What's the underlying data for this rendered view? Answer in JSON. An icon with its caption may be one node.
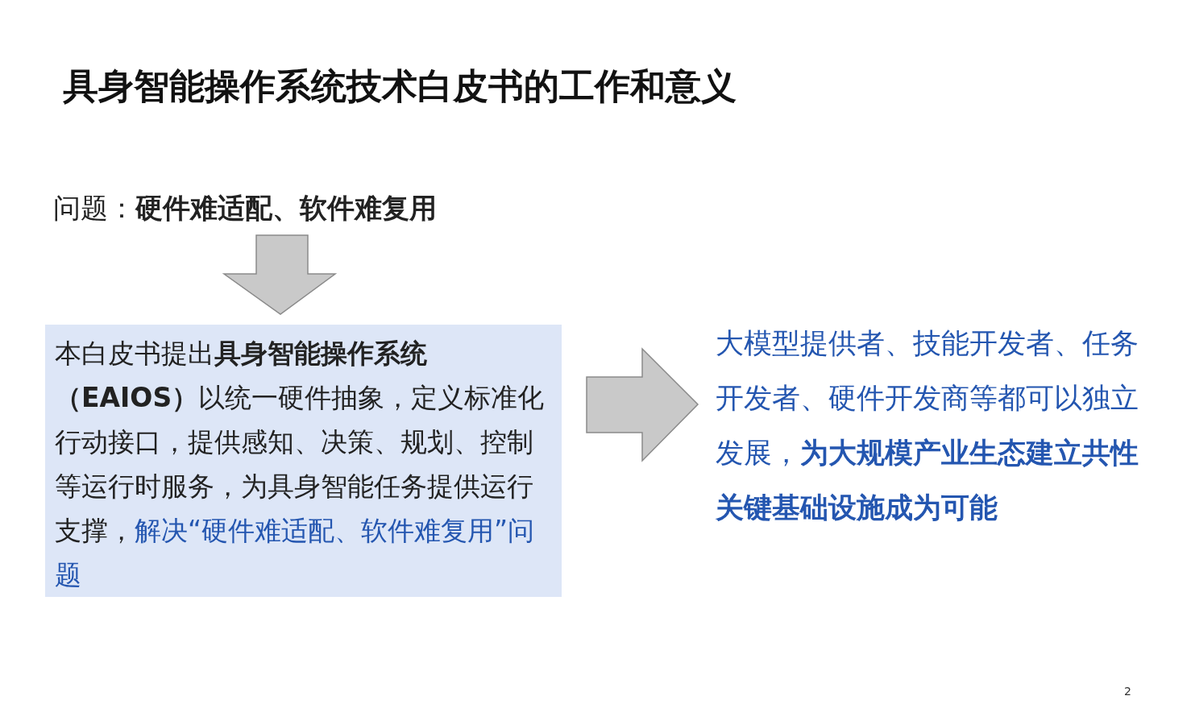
{
  "diagram": {
    "title": "具身智能操作系统技术白皮书的工作和意义",
    "nodes": [
      {
        "text": [
          "问题：**硬件难适配、软件难复用**"
        ]
      },
      {
        "text": [
          "本白皮书提出**具身智能操作系统（EAIOS）**以统一硬件抽象，定义标准化行动接口，提供感知、决策、规划、控制等运行时服务，为具身智能任务提供运行支撑，",
          "解决“硬件难适配、软件难复用”问题"
        ]
      },
      {
        "text": [
          "大模型提供者、技能开发者、任务开发者、硬件开发商等都可以独立发展，**为大规模产业生态建立共性关键基础设施成为可能**"
        ]
      }
    ],
    "edges": [
      {
        "from": 0,
        "to": 1,
        "arrow": "to"
      },
      {
        "from": 1,
        "to": 2,
        "arrow": "to"
      }
    ],
    "labels": [
      "2"
    ]
  }
}
